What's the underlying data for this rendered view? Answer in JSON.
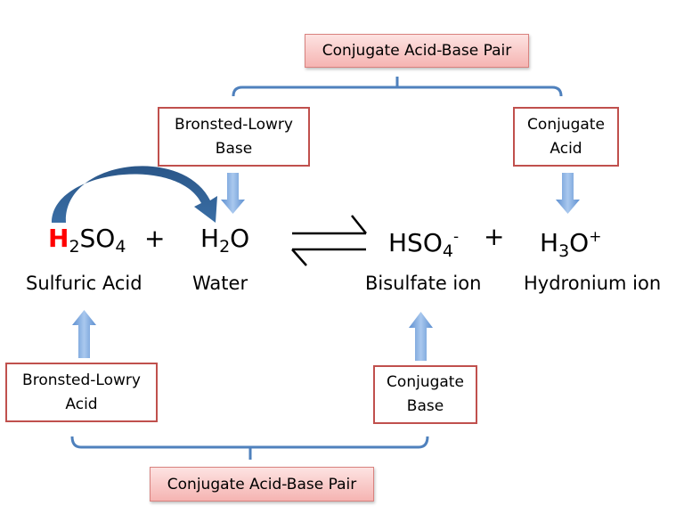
{
  "top_pair_label": "Conjugate Acid-Base Pair",
  "bottom_pair_label": "Conjugate Acid-Base Pair",
  "boxes": {
    "bl_base": "Bronsted-Lowry\nBase",
    "conj_acid": "Conjugate\nAcid",
    "bl_acid": "Bronsted-Lowry\nAcid",
    "conj_base": "Conjugate\nBase"
  },
  "equation": {
    "species": [
      {
        "proton": "H",
        "sub1": "2",
        "rest": "SO",
        "sub2": "4",
        "name": "Sulfuric Acid"
      },
      {
        "base": "H",
        "sub": "2",
        "rest": "O",
        "name": "Water"
      },
      {
        "base": "HSO",
        "sub": "4",
        "sup": "-",
        "name": "Bisulfate ion"
      },
      {
        "base": "H",
        "sub": "3",
        "rest": "O",
        "sup": "+",
        "name": "Hydronium ion"
      }
    ],
    "plus": "+",
    "arrow": "equilibrium"
  },
  "colors": {
    "box_border": "#c0504d",
    "bracket": "#4f81bd",
    "arrow_fill": "#6fa0dc",
    "curved_arrow": "#2e5c8a",
    "proton_highlight": "#ff0000"
  }
}
